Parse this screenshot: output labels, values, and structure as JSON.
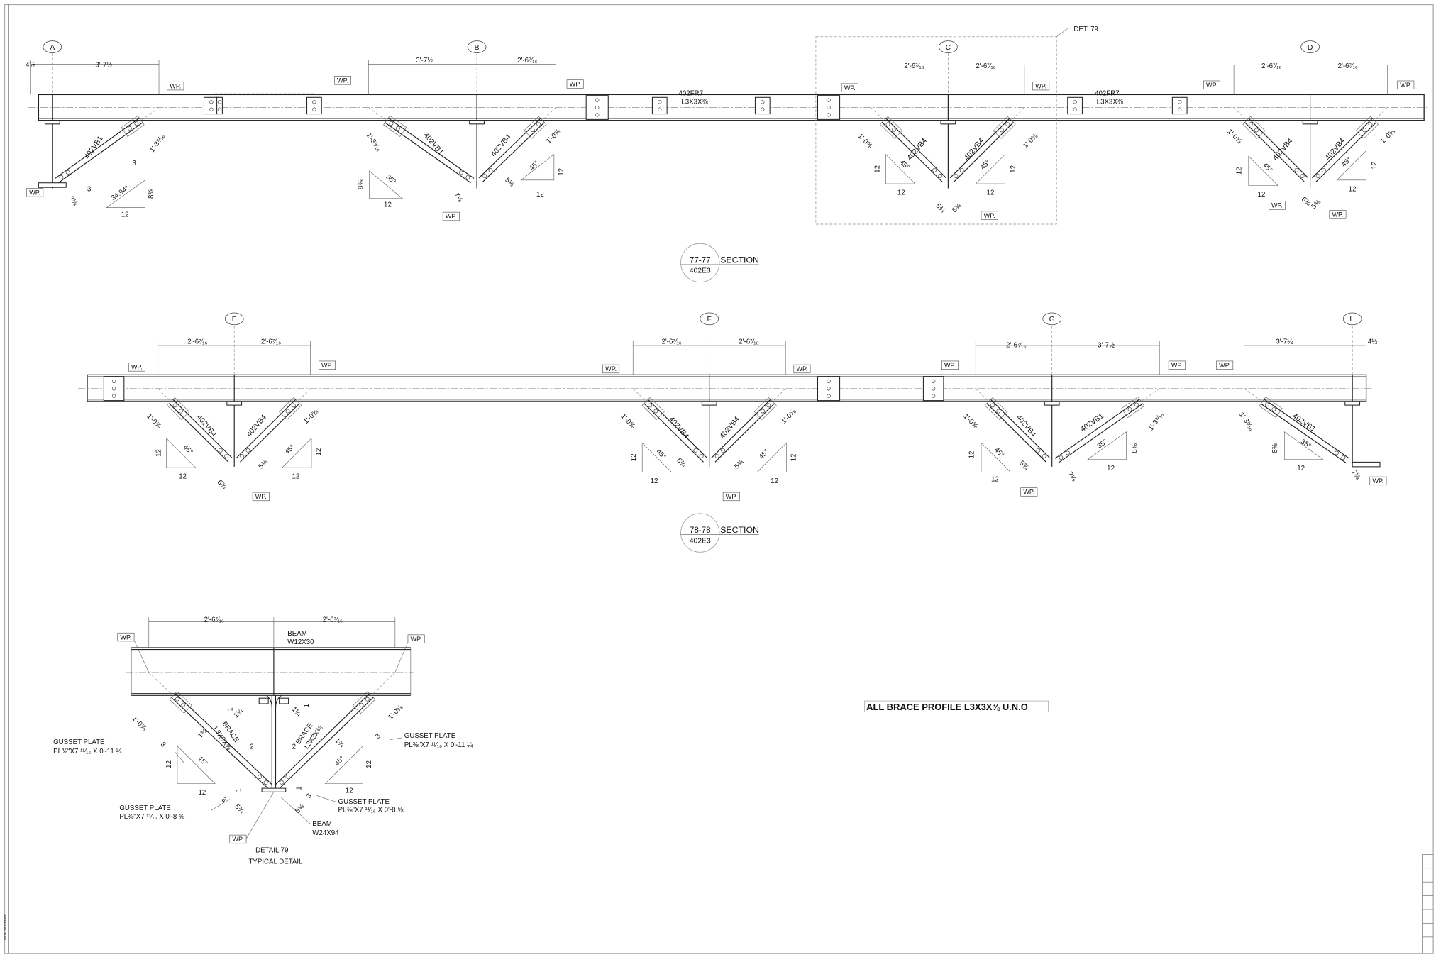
{
  "sheet": {
    "software_credit": "Tekla Structures"
  },
  "labels": {
    "wp": "WP."
  },
  "section_77": {
    "title": {
      "number": "77-77",
      "sheet_ref": "402E3",
      "label": "SECTION"
    },
    "grid": [
      "A",
      "B",
      "C",
      "D"
    ],
    "detail_callout": "DET. 79",
    "frame_marks": [
      {
        "mark": "402FR7",
        "profile": "L3X3X⅜"
      },
      {
        "mark": "402FR7",
        "profile": "L3X3X⅜"
      }
    ],
    "brace_marks": [
      "402VB1",
      "402VB1",
      "402VB4",
      "402VB4",
      "402VB4",
      "402VB4",
      "402VB4"
    ],
    "dims": [
      "4½",
      "3'-7½",
      "3'-7½",
      "2'-6⁷⁄₁₆",
      "2'-6⁷⁄₁₆",
      "2'-6⁷⁄₁₆",
      "2'-6⁷⁄₁₆",
      "2'-6⁷⁄₁₆",
      "1'-3⁹⁄₁₆",
      "1'-3⁹⁄₁₆",
      "1'-0⅝",
      "1'-0⅝",
      "1'-0⅝",
      "1'-0⅝",
      "1'-0⅝",
      "3",
      "3",
      "7⅛",
      "7⅛",
      "5¾",
      "5¾",
      "5¾",
      "5¾",
      "5¾"
    ],
    "slopes": [
      {
        "angle": "34.94°",
        "rise": "8⅜",
        "run": "12"
      },
      {
        "angle": "35°",
        "rise": "8⅜",
        "run": "12"
      },
      {
        "angle": "45°",
        "rise": "12",
        "run": "12"
      },
      {
        "angle": "45°",
        "rise": "12",
        "run": "12"
      },
      {
        "angle": "45°",
        "rise": "12",
        "run": "12"
      },
      {
        "angle": "45°",
        "rise": "12",
        "run": "12"
      },
      {
        "angle": "45°",
        "rise": "12",
        "run": "12"
      }
    ]
  },
  "section_78": {
    "title": {
      "number": "78-78",
      "sheet_ref": "402E3",
      "label": "SECTION"
    },
    "grid": [
      "E",
      "F",
      "G",
      "H"
    ],
    "brace_marks": [
      "402VB4",
      "402VB4",
      "402VB4",
      "402VB4",
      "402VB4",
      "402VB1",
      "402VB1"
    ],
    "dims": [
      "2'-6⁷⁄₁₆",
      "2'-6⁷⁄₁₆",
      "2'-6⁷⁄₁₆",
      "2'-6⁷⁄₁₆",
      "2'-6⁷⁄₁₆",
      "3'-7½",
      "3'-7½",
      "4½",
      "1'-0⅝",
      "1'-0⅝",
      "1'-0⅝",
      "1'-0⅝",
      "1'-0⅝",
      "1'-3⁹⁄₁₆",
      "1'-3⁹⁄₁₆",
      "5¾",
      "5¾",
      "5¾",
      "5¾",
      "5¾",
      "7⅛",
      "7⅛"
    ],
    "slopes": [
      {
        "angle": "45°",
        "rise": "12",
        "run": "12"
      },
      {
        "angle": "45°",
        "rise": "12",
        "run": "12"
      },
      {
        "angle": "45°",
        "rise": "12",
        "run": "12"
      },
      {
        "angle": "45°",
        "rise": "12",
        "run": "12"
      },
      {
        "angle": "45°",
        "rise": "12",
        "run": "12"
      },
      {
        "angle": "35°",
        "rise": "8⅜",
        "run": "12"
      },
      {
        "angle": "35°",
        "rise": "8⅜",
        "run": "12"
      }
    ]
  },
  "detail_79": {
    "title": "DETAIL 79",
    "subtitle": "TYPICAL DETAIL",
    "top_beam": {
      "label": "BEAM",
      "profile": "W12X30"
    },
    "bottom_beam": {
      "label": "BEAM",
      "profile": "W24X94"
    },
    "brace": {
      "label": "BRACE",
      "profile": "L3X3X⅜"
    },
    "gusset_label": "GUSSET PLATE",
    "gusset_upper": "PL⅜\"X7 ¹¹⁄₁₆ X 0'-11 ¼",
    "gusset_lower": "PL⅜\"X7 ¹¹⁄₁₆ X 0'-8 ⅝",
    "dims": [
      "2'-6⁷⁄₁₆",
      "2'-6⁷⁄₁₆",
      "1'-0⅝",
      "1'-0⅝",
      "1¼",
      "1¼",
      "1¾",
      "1¾",
      "1",
      "1",
      "2",
      "2",
      "3",
      "3",
      "3",
      "3",
      "5¾",
      "5¾",
      "1",
      "1"
    ],
    "slopes": [
      {
        "angle": "45°",
        "rise": "12",
        "run": "12"
      },
      {
        "angle": "45°",
        "rise": "12",
        "run": "12"
      }
    ]
  },
  "general_note": "ALL BRACE PROFILE L3X3X⅜ U.N.O"
}
